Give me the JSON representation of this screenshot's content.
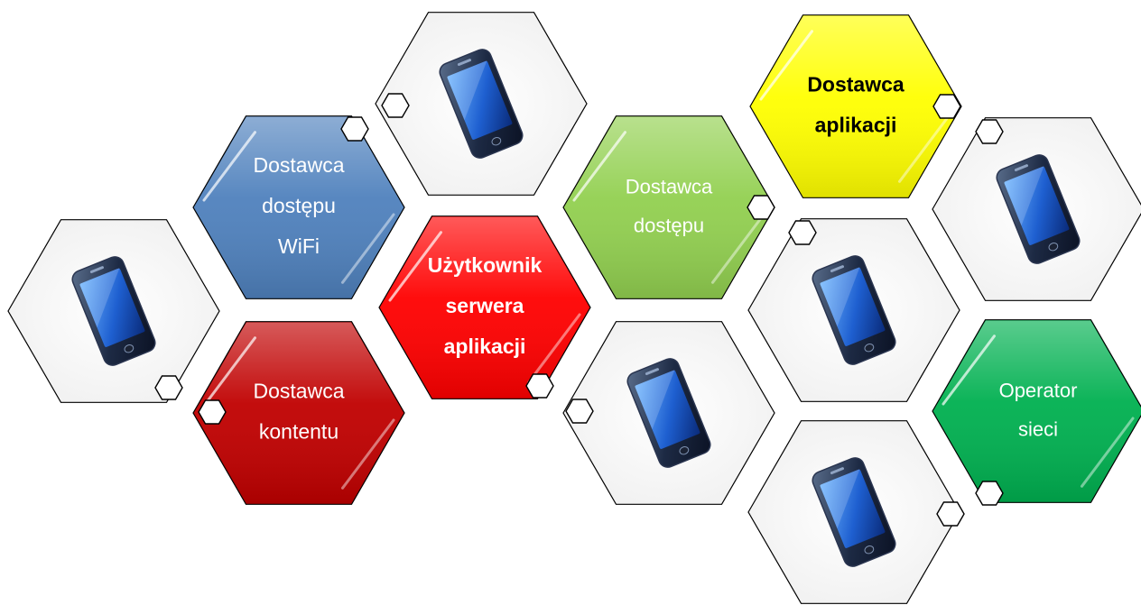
{
  "roles": {
    "wifi_access_provider": {
      "lines": [
        "Dostawca",
        "dostępu",
        "WiFi"
      ],
      "fill": "#4f81bd",
      "text_color": "#ffffff",
      "bold": false
    },
    "content_provider": {
      "lines": [
        "Dostawca",
        "kontentu"
      ],
      "fill": "#c00000",
      "text_color": "#ffffff",
      "bold": false
    },
    "app_server_user": {
      "lines": [
        "Użytkownik",
        "serwera",
        "aplikacji"
      ],
      "fill": "#ff0000",
      "text_color": "#ffffff",
      "bold": true
    },
    "access_provider": {
      "lines": [
        "Dostawca",
        "dostępu"
      ],
      "fill": "#92d050",
      "text_color": "#ffffff",
      "bold": false
    },
    "app_provider": {
      "lines": [
        "Dostawca",
        "aplikacji"
      ],
      "fill": "#ffff00",
      "text_color": "#000000",
      "bold": true
    },
    "network_operator": {
      "lines": [
        "Operator",
        "sieci"
      ],
      "fill": "#00b050",
      "text_color": "#ffffff",
      "bold": false
    }
  },
  "device_icon": "smartphone-icon",
  "connector_icon": "hexagon-connector-icon",
  "colors": {
    "device_hex_fill": "#f7f7f7",
    "outline": "#000000"
  }
}
